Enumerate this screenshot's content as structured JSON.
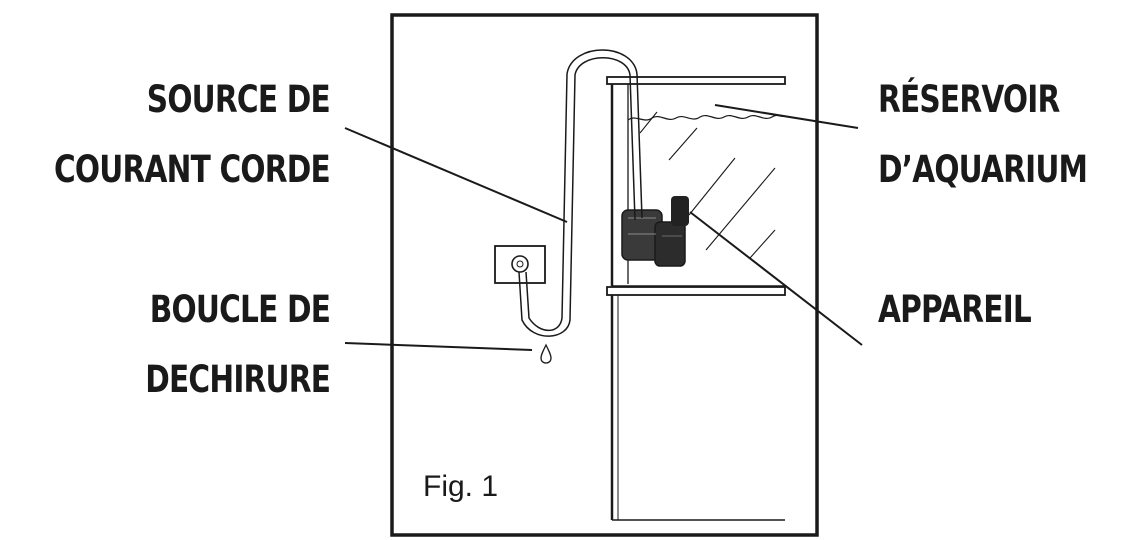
{
  "labels": {
    "power_cord": [
      "SOURCE DE",
      "COURANT CORDE"
    ],
    "drip_loop": [
      "BOUCLE DE",
      "DECHIRURE"
    ],
    "tank": [
      "RÉSERVOIR",
      "D’AQUARIUM"
    ],
    "device": [
      "APPAREIL"
    ]
  },
  "figure_caption": "Fig. 1",
  "colors": {
    "ink": "#1a1a1a",
    "pump": "#3a3a3a"
  }
}
